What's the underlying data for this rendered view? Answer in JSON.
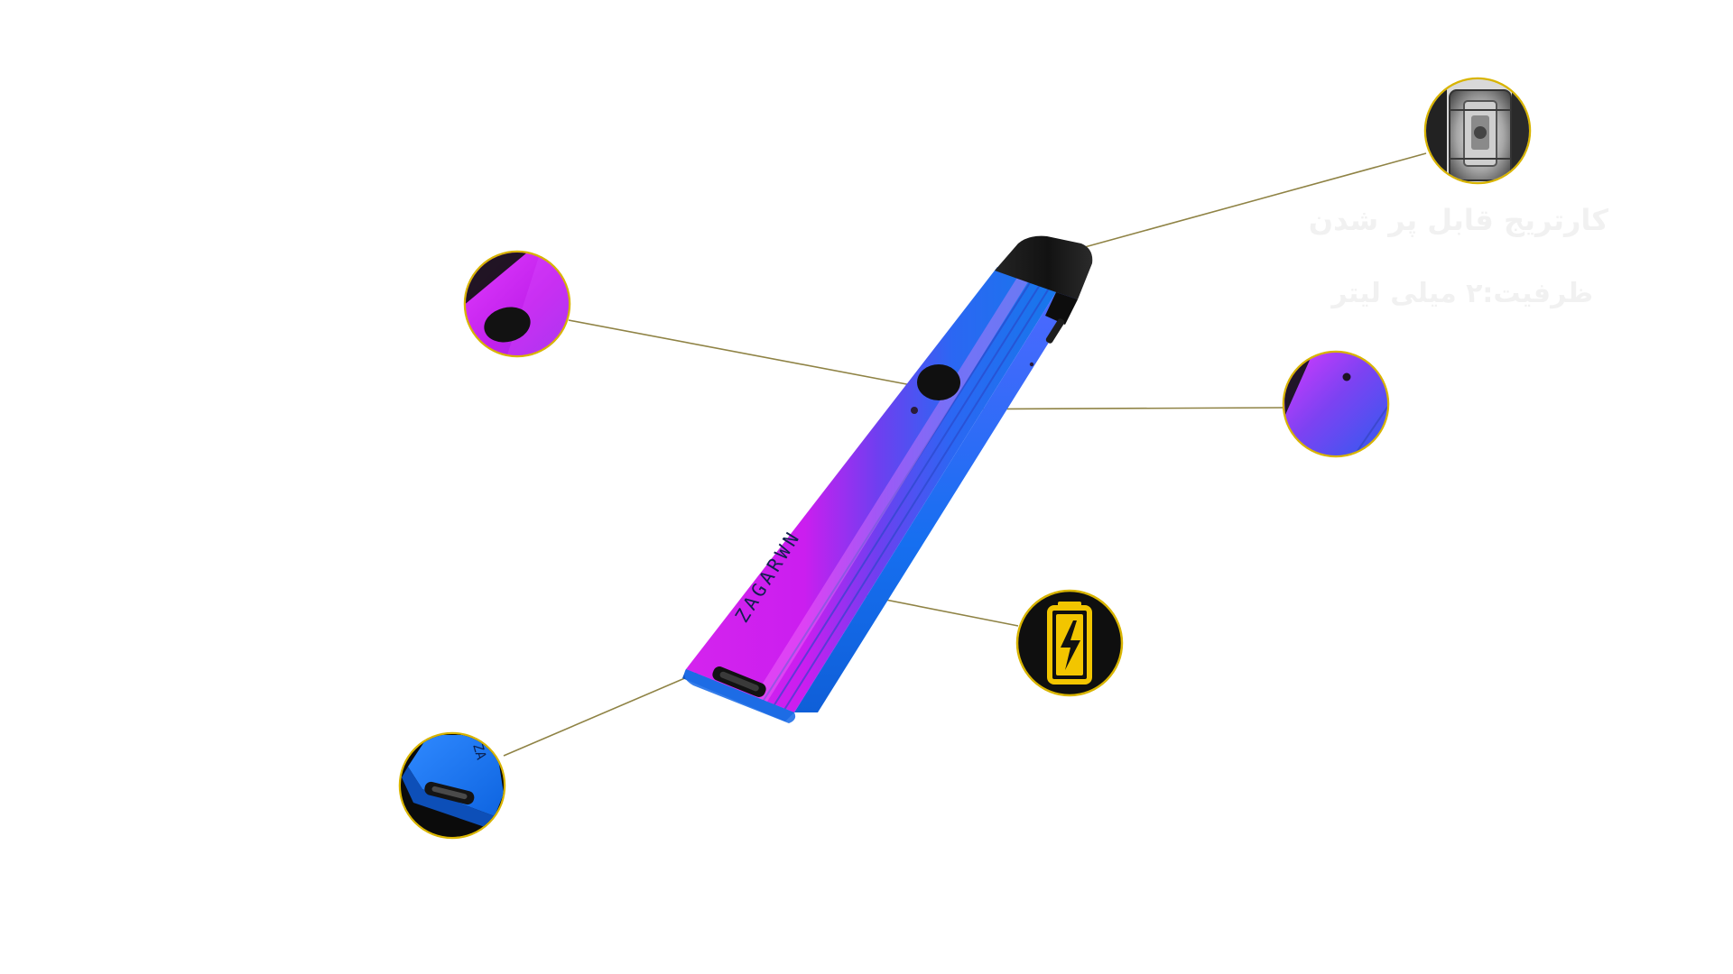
{
  "image": {
    "background": "#ffffff",
    "callout_ring_color": "#d8b400",
    "leader_line_color": "#8f8345",
    "device_gradient": [
      "#d622f0",
      "#7a38f0",
      "#1b6ff2",
      "#1677e8"
    ],
    "cap_color": "#151515",
    "battery_icon_color": "#f2c500",
    "callout_background": "#111111"
  },
  "brand": {
    "device_marking": "ZAGARWN"
  },
  "labels": {
    "cartridge": "کارتریج قابل پر شدن",
    "capacity": "ظرفیت:۲ میلی لیتر"
  },
  "callouts": [
    {
      "name": "cartridge-closeup",
      "icon": "cartridge-coil-icon"
    },
    {
      "name": "fire-button-closeup",
      "icon": "fire-button-icon"
    },
    {
      "name": "led-indicator-closeup",
      "icon": "led-indicator-icon"
    },
    {
      "name": "battery-closeup",
      "icon": "battery-icon"
    },
    {
      "name": "charging-port-closeup",
      "icon": "usb-port-icon"
    }
  ]
}
